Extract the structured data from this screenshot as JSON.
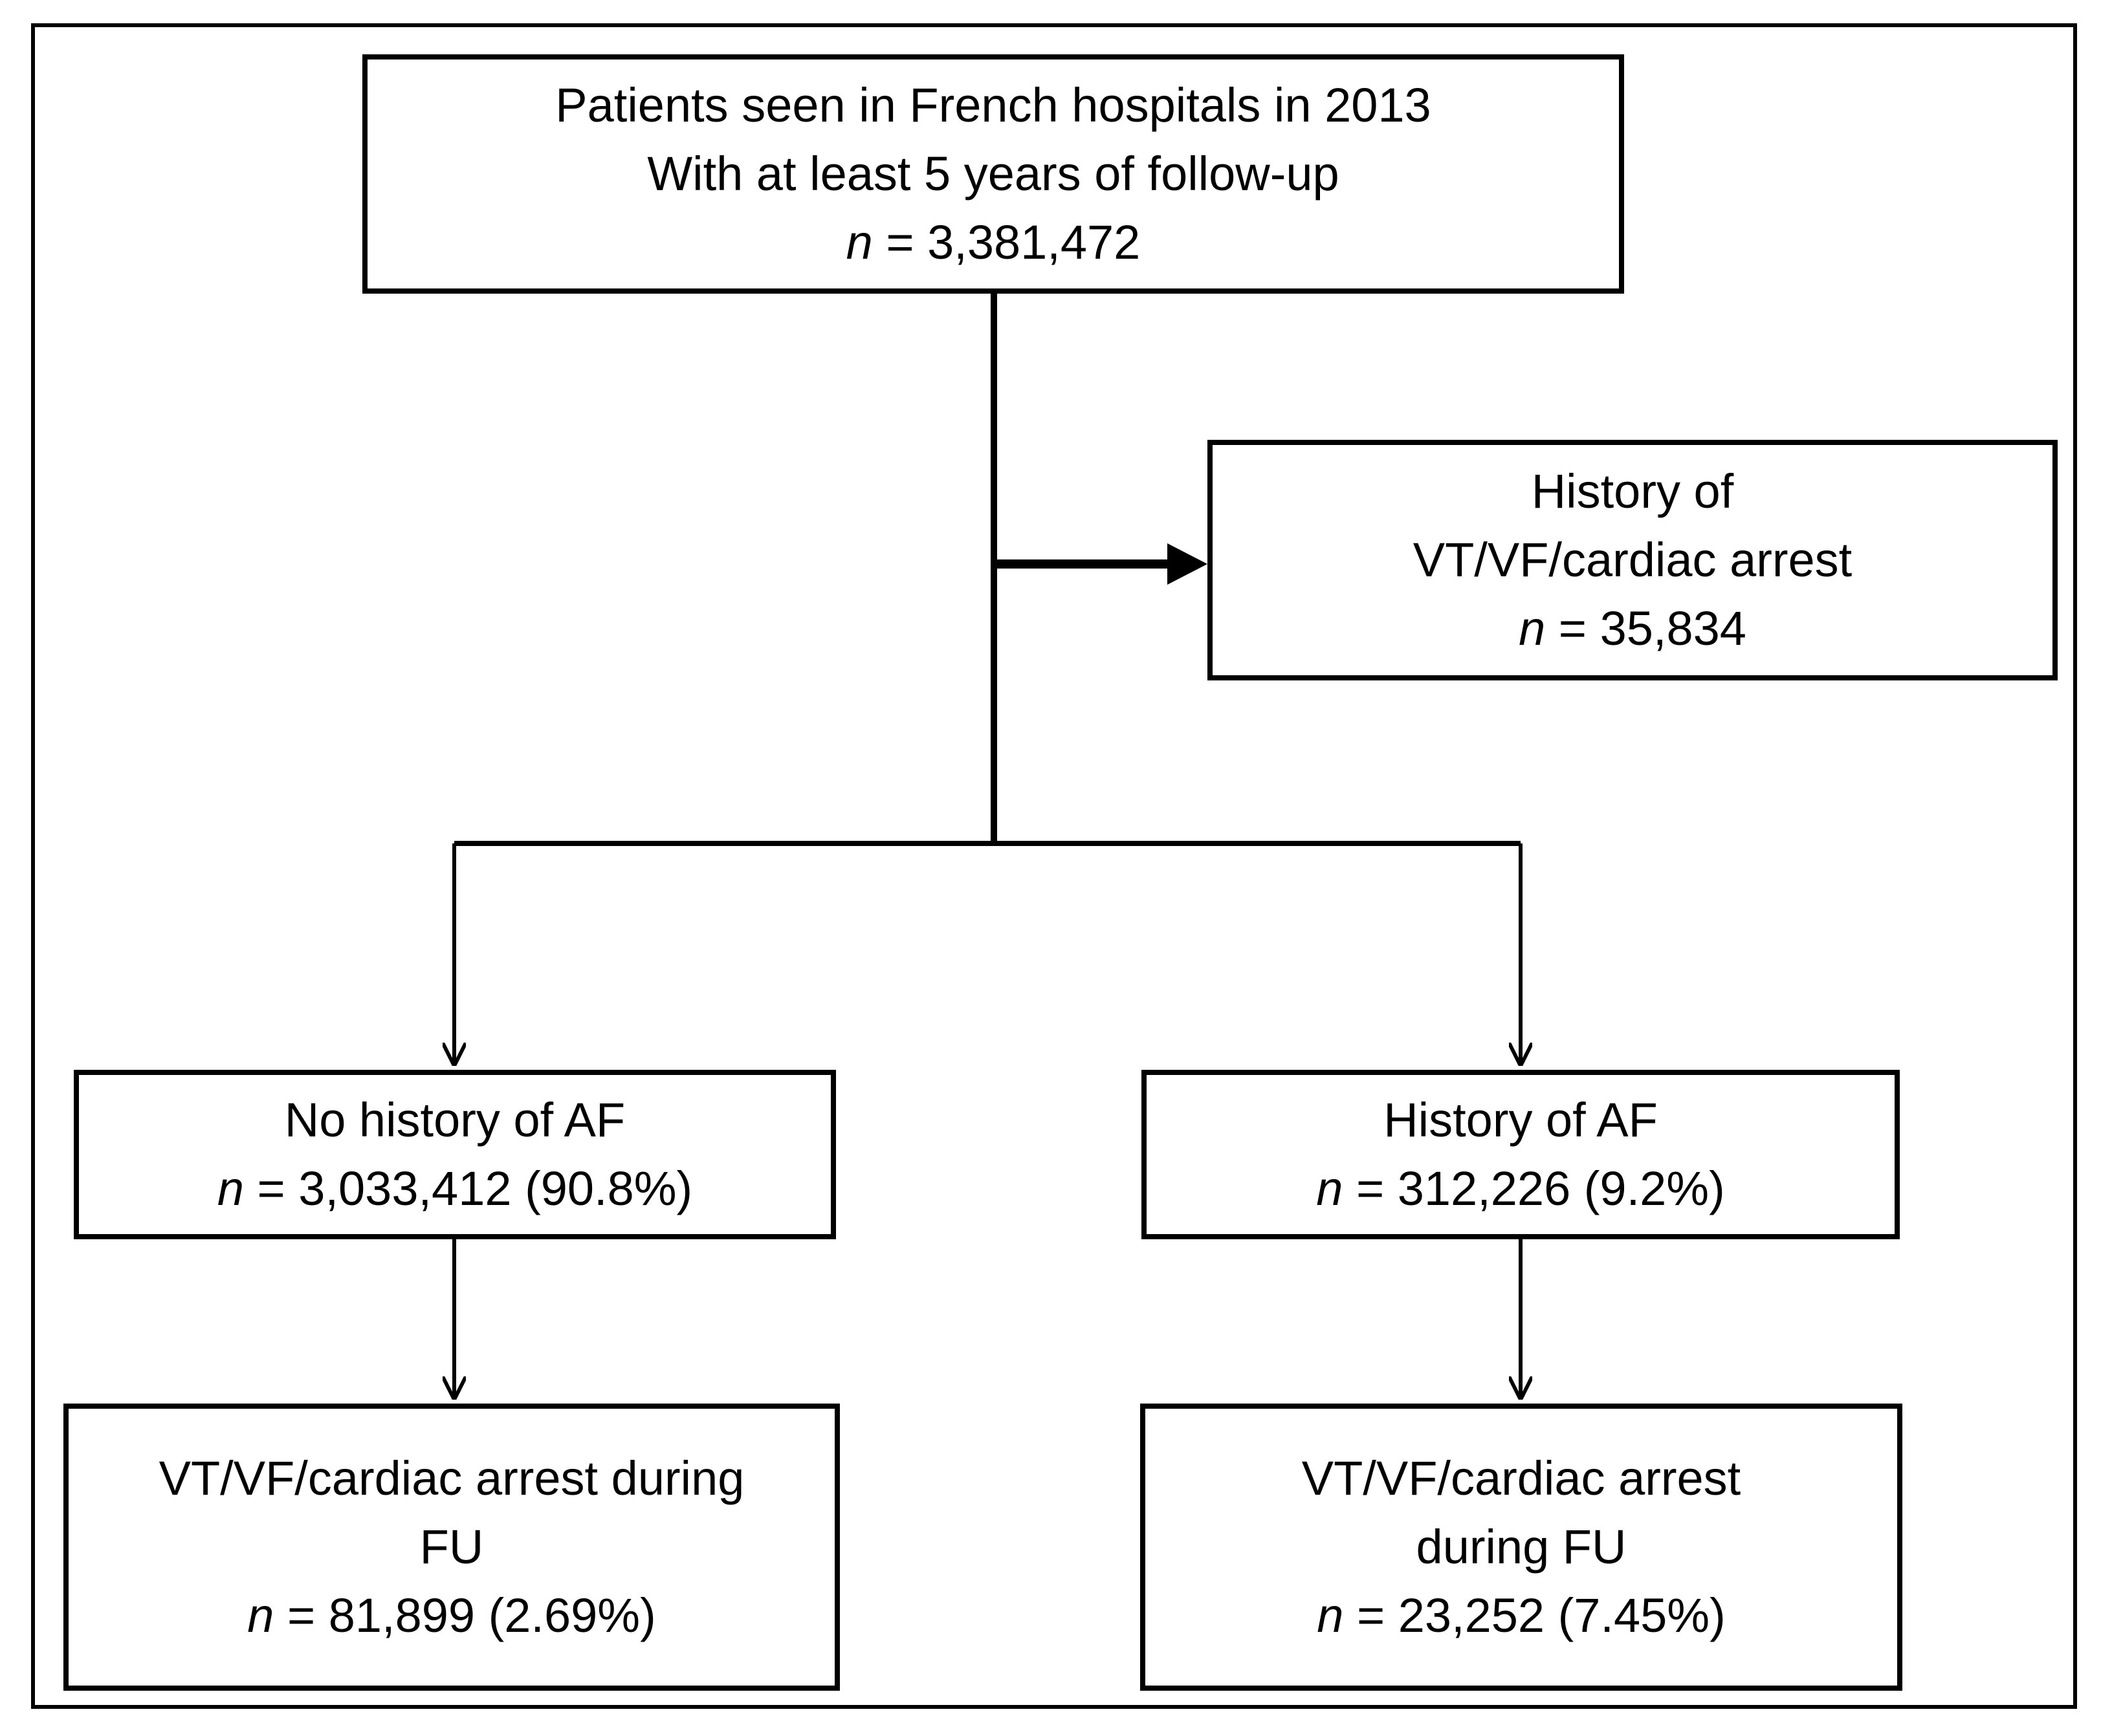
{
  "nodes": {
    "root": {
      "line1": "Patients seen in French hospitals in 2013",
      "line2": "With at least 5 years of follow-up",
      "n_label": "n",
      "n_value": " = 3,381,472"
    },
    "excluded": {
      "line1": "History of",
      "line2": "VT/VF/cardiac arrest",
      "n_label": "n",
      "n_value": "  = 35,834"
    },
    "no_af": {
      "line1": "No history of AF",
      "n_label": "n",
      "n_value": " = 3,033,412  (90.8%)"
    },
    "af": {
      "line1": "History of AF",
      "n_label": "n",
      "n_value": " = 312,226  (9.2%)"
    },
    "no_af_outcome": {
      "line1": "VT/VF/cardiac arrest during",
      "line2": "FU",
      "n_label": "n",
      "n_value": " = 81,899 (2.69%)"
    },
    "af_outcome": {
      "line1": "VT/VF/cardiac arrest",
      "line2": "during FU",
      "n_label": "n",
      "n_value": " = 23,252 (7.45%)"
    }
  }
}
